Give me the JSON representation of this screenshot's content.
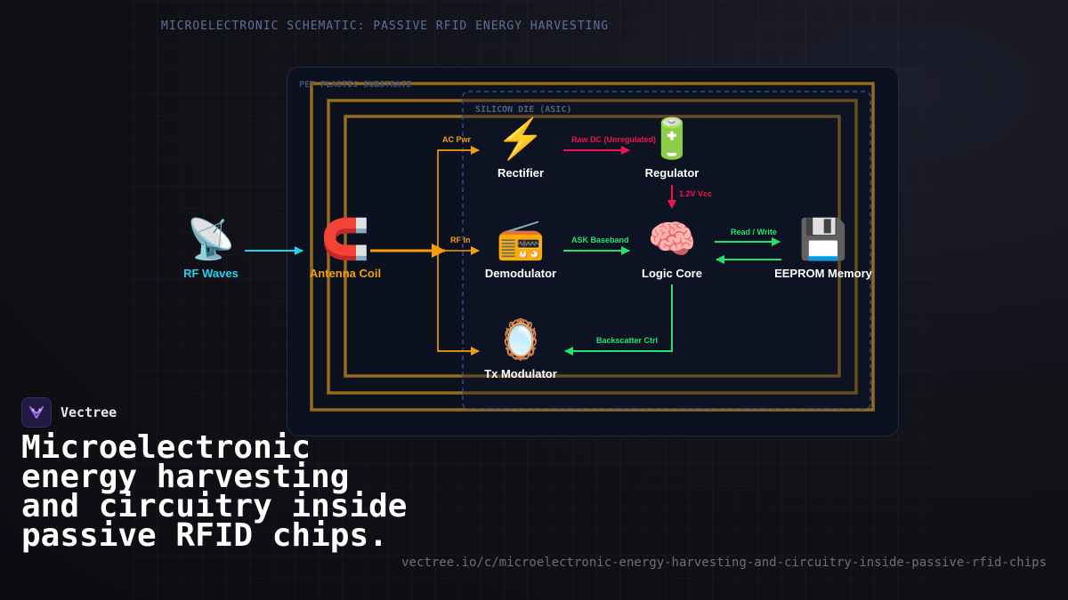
{
  "schematic_title": "MICROELECTRONIC SCHEMATIC: PASSIVE RFID ENERGY HARVESTING",
  "substrate_label": "PET PLASTIC SUBSTRATE",
  "die_label": "SILICON DIE (ASIC)",
  "colors": {
    "rf": "#22d3ee",
    "power": "#f59e0b",
    "dc": "#f0144b",
    "data": "#22e36b",
    "coil": "#b07a1c",
    "die_border": "#2f4f86"
  },
  "nodes": {
    "rf_waves": {
      "icon": "📡",
      "icon_name": "satellite-antenna-icon",
      "label": "RF Waves"
    },
    "antenna_coil": {
      "icon": "🧲",
      "icon_name": "magnet-icon",
      "label": "Antenna Coil"
    },
    "rectifier": {
      "icon": "⚡",
      "icon_name": "lightning-icon",
      "label": "Rectifier"
    },
    "regulator": {
      "icon": "🔋",
      "icon_name": "battery-icon",
      "label": "Regulator"
    },
    "demodulator": {
      "icon": "📻",
      "icon_name": "radio-icon",
      "label": "Demodulator"
    },
    "logic_core": {
      "icon": "🧠",
      "icon_name": "brain-icon",
      "label": "Logic Core"
    },
    "eeprom": {
      "icon": "💾",
      "icon_name": "floppy-disk-icon",
      "label": "EEPROM Memory"
    },
    "tx_modulator": {
      "icon": "🪞",
      "icon_name": "mirror-icon",
      "label": "Tx Modulator"
    }
  },
  "edges": {
    "ac_pwr": "AC Pwr",
    "rf_in": "RF In",
    "raw_dc": "Raw DC (Unregulated)",
    "vcc": "1.2V Vcc",
    "ask_baseband": "ASK Baseband",
    "read_write": "Read / Write",
    "backscatter": "Backscatter Ctrl"
  },
  "brand": {
    "name": "Vectree"
  },
  "headline": "Microelectronic energy harvesting and circuitry inside passive RFID chips.",
  "url": "vectree.io/c/microelectronic-energy-harvesting-and-circuitry-inside-passive-rfid-chips"
}
